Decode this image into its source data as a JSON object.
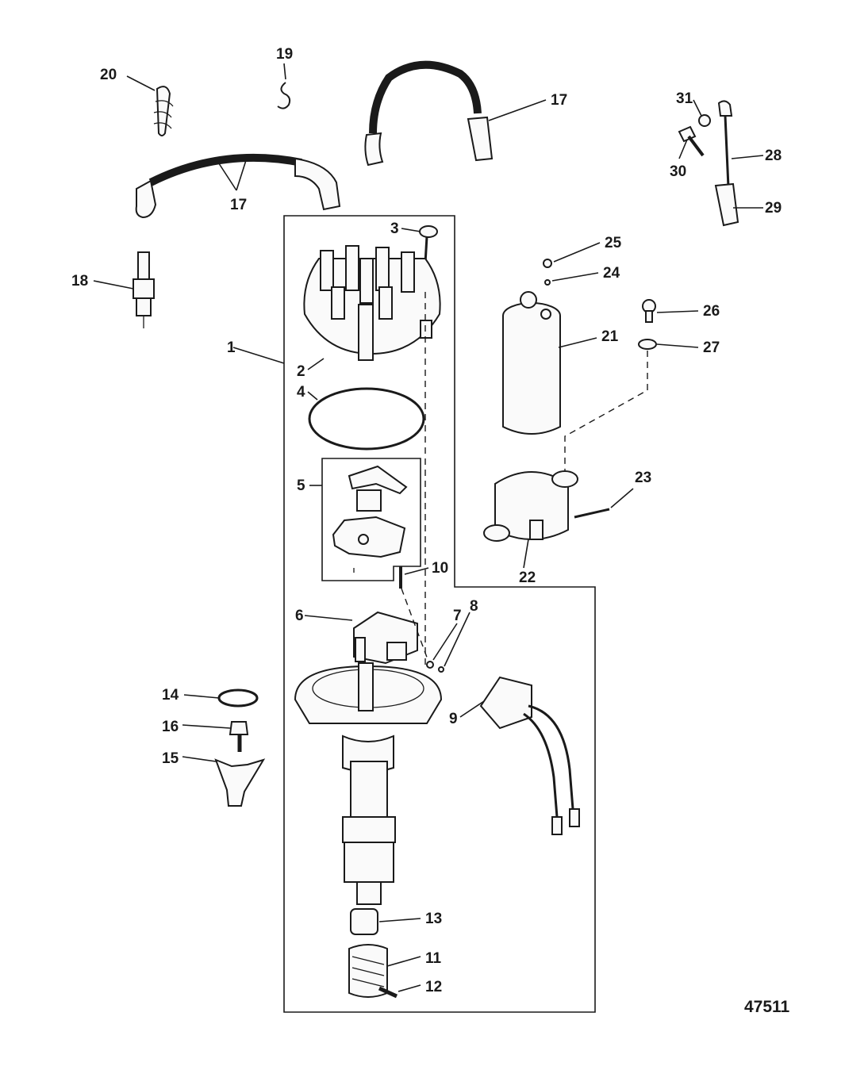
{
  "figure_number": "47511",
  "callouts": [
    "1",
    "2",
    "3",
    "4",
    "5",
    "6",
    "7",
    "8",
    "9",
    "10",
    "11",
    "12",
    "13",
    "14",
    "15",
    "16",
    "17",
    "17",
    "18",
    "19",
    "20",
    "21",
    "22",
    "23",
    "24",
    "25",
    "26",
    "27",
    "28",
    "29",
    "30",
    "31"
  ]
}
